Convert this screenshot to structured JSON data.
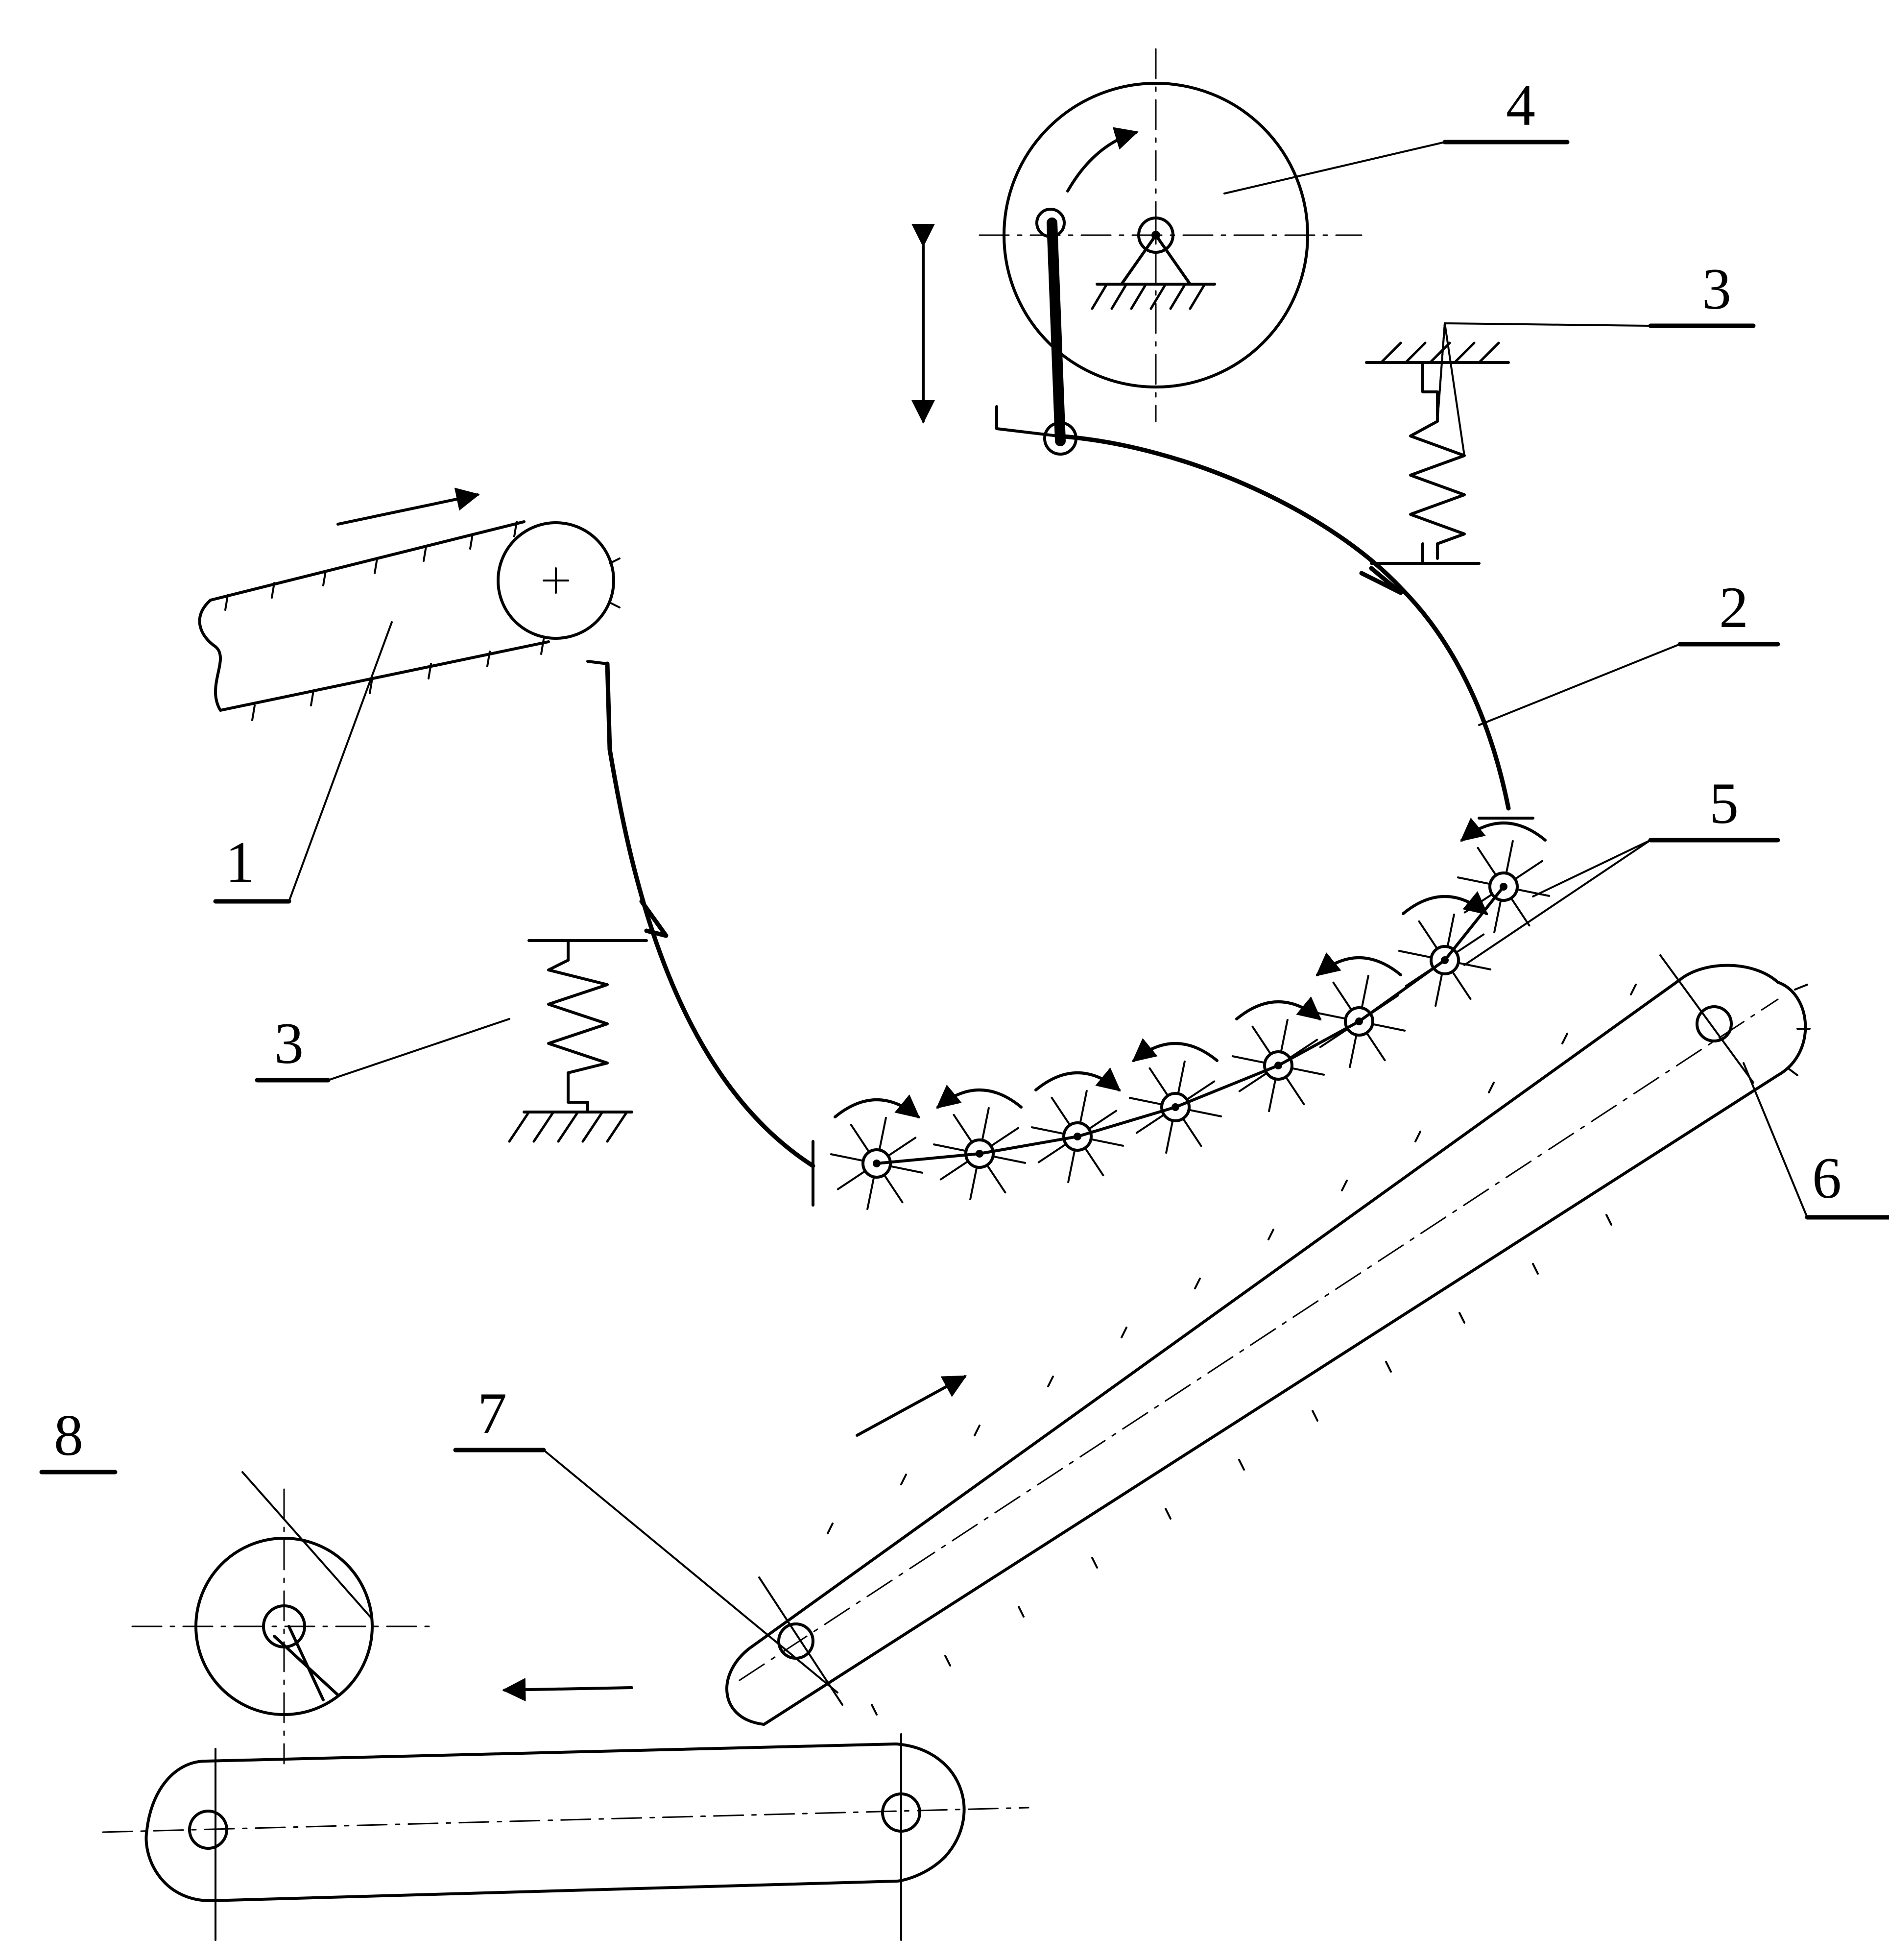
{
  "labels": {
    "l1": "1",
    "l2": "2",
    "l3a": "3",
    "l3b": "3",
    "l4": "4",
    "l5": "5",
    "l6": "6",
    "l7": "7",
    "l8": "8"
  },
  "colors": {
    "ink": "#000000",
    "paper": "#ffffff"
  }
}
